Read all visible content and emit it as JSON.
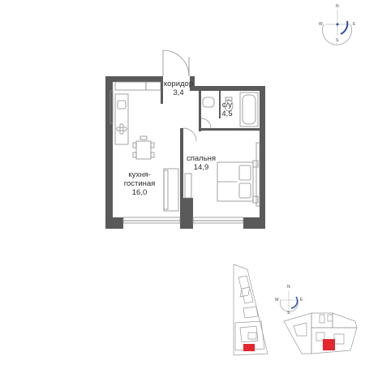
{
  "rooms": {
    "corridor": {
      "name": "коридор",
      "area": "3,4"
    },
    "bathroom": {
      "name": "с/у",
      "area": "4,5"
    },
    "bedroom": {
      "name": "спальня",
      "area": "14,9"
    },
    "kitchen": {
      "name_line1": "кухня-",
      "name_line2": "гостиная",
      "area": "16,0"
    }
  },
  "compass_main": {
    "n": "N",
    "s": "S",
    "w": "W",
    "e": "E"
  },
  "compass_small": {
    "n": "N",
    "s": "S",
    "w": "W",
    "e": "E"
  },
  "colors": {
    "wall": "#5a5a5a",
    "thin_line": "#8a8a8a",
    "highlight": "#e3272f",
    "compass_accent": "#2a4fa0",
    "site_line": "#9a9a9a"
  }
}
